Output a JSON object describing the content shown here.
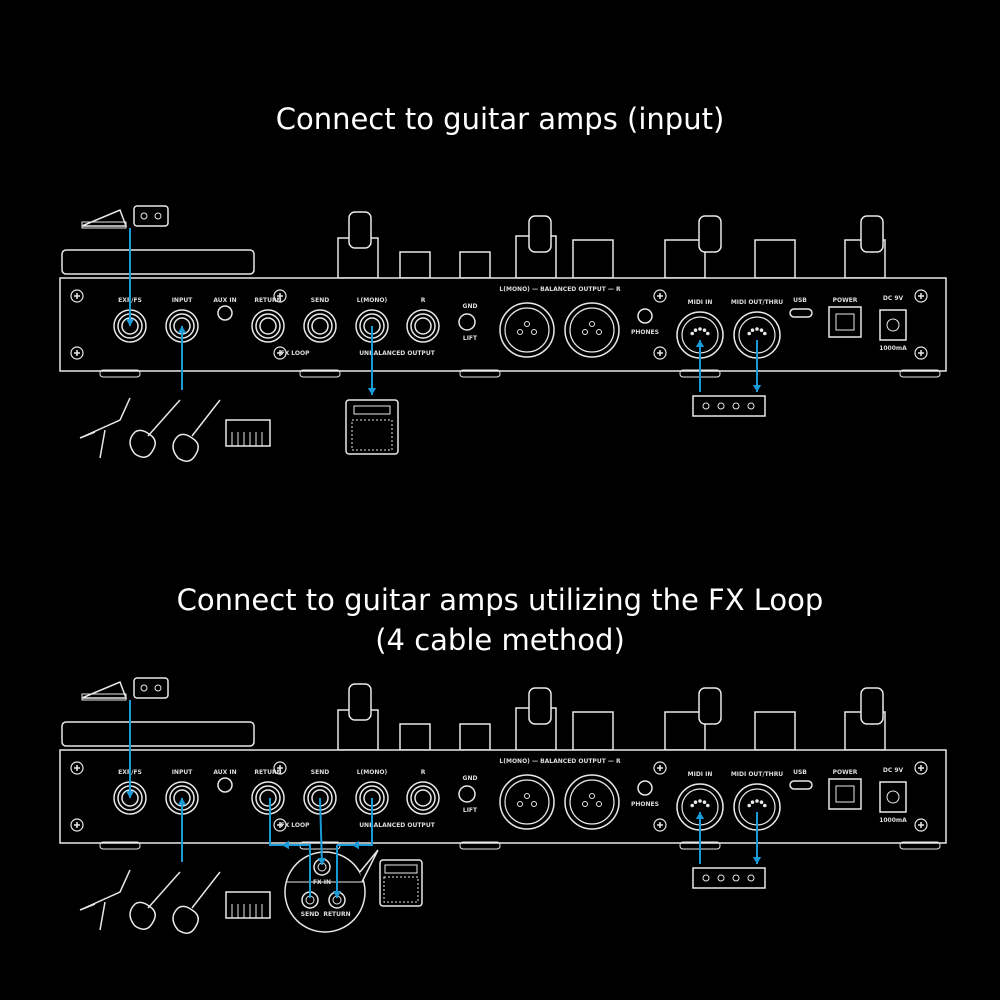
{
  "diagram1": {
    "title": "Connect to guitar amps (input)"
  },
  "diagram2": {
    "title_line1": "Connect to guitar amps utilizing the FX Loop",
    "title_line2": "(4 cable method)"
  },
  "panel_labels": {
    "exp_fs": "EXP/FS",
    "input": "INPUT",
    "aux_in": "AUX IN",
    "return": "RETURN",
    "send": "SEND",
    "l_mono": "L(MONO)",
    "r": "R",
    "fx_loop": "FX LOOP",
    "unbalanced_output": "UNBALANCED OUTPUT",
    "gnd": "GND",
    "lift": "LIFT",
    "balanced_output": "L(MONO) — BALANCED OUTPUT — R",
    "phones": "PHONES",
    "midi_in": "MIDI IN",
    "midi_out_thru": "MIDI OUT/THRU",
    "usb": "USB",
    "power": "POWER",
    "dc": "DC 9V",
    "current": "1000mA"
  },
  "amp_jacks": {
    "fx_in": "FX IN",
    "send": "SEND",
    "return": "RETURN"
  },
  "colors": {
    "cable": "#1a9ad6",
    "line": "#e8e8e8",
    "background": "#000000"
  }
}
